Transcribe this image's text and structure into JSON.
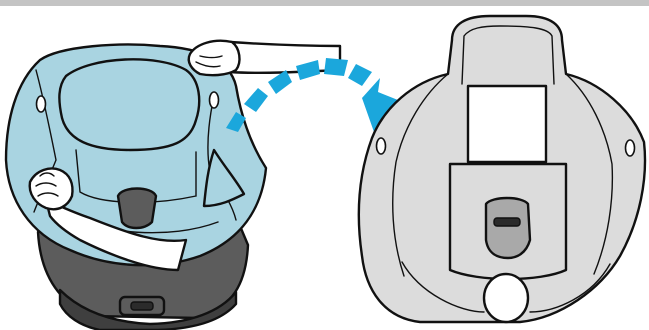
{
  "figure": {
    "description_caption": "",
    "colors": {
      "top_bar": "#c4c4c4",
      "seat_fabric_blue": "#a9d4e1",
      "seat_base_dark": "#5c5c5c",
      "seat_base_darker": "#3f3f3f",
      "cover_grey": "#dcdcdc",
      "cover_grey_dark": "#a9a9a9",
      "arrow_blue": "#1ba7dc",
      "outline": "#111111",
      "hand_fill": "#ffffff"
    },
    "icons": {
      "left_panel": "car-seat-with-cover-being-removed",
      "arrow": "dashed-curved-arrow-right",
      "right_panel": "removed-seat-cover"
    }
  }
}
